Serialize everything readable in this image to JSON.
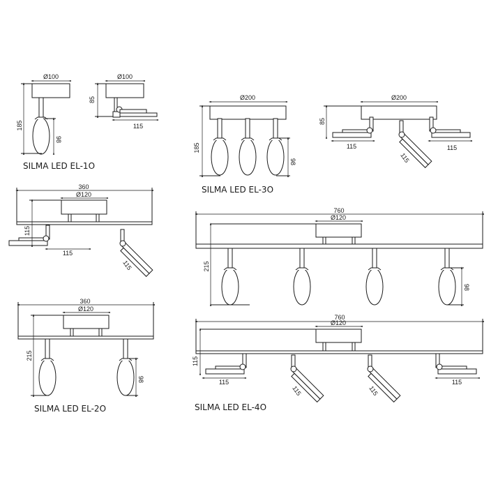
{
  "el10": {
    "title": "SILMA LED EL-1O",
    "front": {
      "dia": "Ø100",
      "height": "185",
      "shade": "98"
    },
    "side": {
      "dia": "Ø100",
      "height": "85",
      "arm": "115"
    }
  },
  "el30": {
    "title": "SILMA LED EL-3O",
    "front": {
      "dia": "Ø200",
      "height": "185",
      "shade": "98"
    },
    "side": {
      "dia": "Ø200",
      "height": "85",
      "arm_left": "115",
      "arm_mid": "115",
      "arm_right": "115"
    }
  },
  "el20": {
    "title": "SILMA LED EL-2O",
    "side": {
      "length": "360",
      "dia": "Ø120",
      "height": "115",
      "arm_left": "115",
      "arm_right": "115"
    },
    "front": {
      "length": "360",
      "dia": "Ø120",
      "height": "215",
      "shade": "98"
    }
  },
  "el40": {
    "title": "SILMA LED EL-4O",
    "front": {
      "length": "760",
      "dia": "Ø120",
      "height": "215",
      "shade": "98"
    },
    "side": {
      "length": "760",
      "dia": "Ø120",
      "height": "115",
      "arm_left": "115",
      "arm_mid1": "115",
      "arm_mid2": "115",
      "arm_right": "115"
    }
  }
}
